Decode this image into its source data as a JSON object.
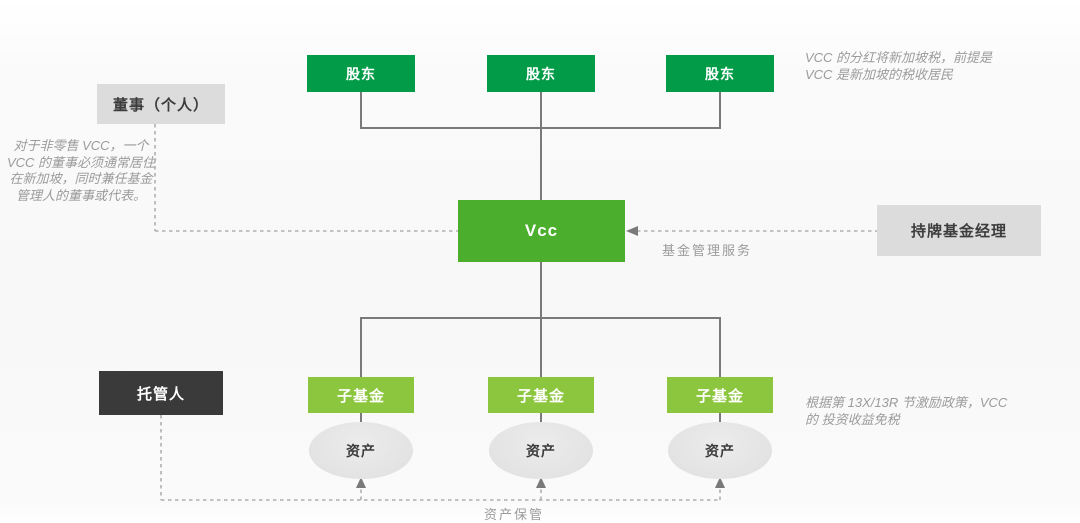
{
  "diagram": {
    "shareholders": [
      "股东",
      "股东",
      "股东"
    ],
    "director_box": "董事（个人）",
    "director_note": "对于非零售 VCC，一个\nVCC 的董事必须通常居住\n在新加坡，同时兼任基金\n管理人的董事或代表。",
    "dividend_note": "VCC 的分红将新加坡税，前提是\nVCC 是新加坡的税收居民",
    "vcc_box": "Vcc",
    "fund_manager_box": "持牌基金经理",
    "fund_mgmt_service_label": "基金管理服务",
    "custodian_box": "托管人",
    "subfunds": [
      "子基金",
      "子基金",
      "子基金"
    ],
    "assets": [
      "资产",
      "资产",
      "资产"
    ],
    "asset_custody_label": "资产保管",
    "tax_note": "根据第 13X/13R 节激励政策，VCC\n的 投资收益免税",
    "colors": {
      "shareholder_green": "#029b47",
      "vcc_green": "#4cae2d",
      "subfund_green": "#8cc63f",
      "gray_box": "#dcdcdc",
      "custodian_dark": "#3a3a3a",
      "asset_ellipse": "#e4e4e4",
      "solid_line": "#7a7a7a",
      "dashed_line": "#b0b0b0",
      "note_text": "#9b9b9b"
    }
  }
}
